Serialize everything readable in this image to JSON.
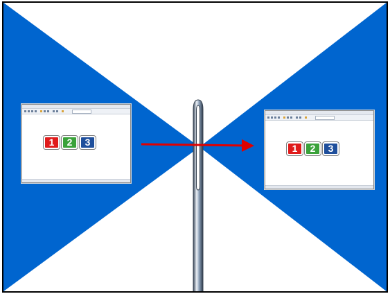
{
  "colors": {
    "background": "#ffffff",
    "wedge_blue": "#0065cf",
    "frame": "#000000",
    "arrow": "#e00000",
    "tile_red": "#e01b1b",
    "tile_green": "#3aa23a",
    "tile_blue": "#1f4f9c"
  },
  "scene": {
    "left_window": {
      "tiles": [
        "1",
        "2",
        "3"
      ]
    },
    "right_window": {
      "tiles": [
        "1",
        "2",
        "3"
      ]
    },
    "needle": {
      "icon": "sewing-needle-icon"
    },
    "arrow": {
      "icon": "right-arrow-icon",
      "direction": "right"
    }
  }
}
